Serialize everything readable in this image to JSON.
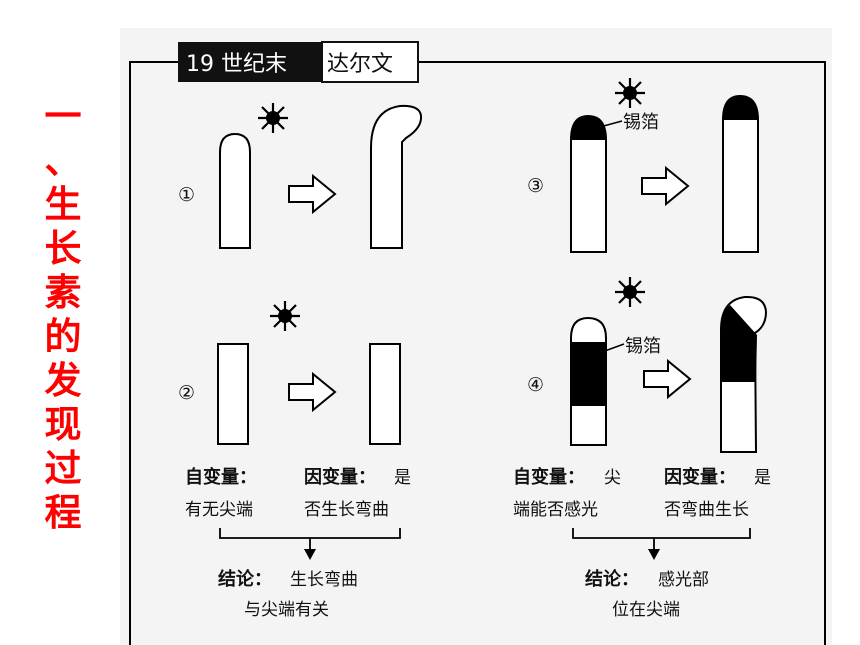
{
  "side_title": [
    "一",
    "、",
    "生",
    "长",
    "素",
    "的",
    "发",
    "现",
    "过",
    "程"
  ],
  "header": {
    "era": "19 世纪末",
    "scientist": "达尔文"
  },
  "experiments": [
    {
      "number": "①"
    },
    {
      "number": "②"
    },
    {
      "number": "③",
      "label": "锡箔"
    },
    {
      "number": "④",
      "label": "锡箔"
    }
  ],
  "left_conclusion": {
    "independent": {
      "label": "自变量：",
      "text": "有无尖端"
    },
    "dependent": {
      "label": "因变量：",
      "text_1": "是",
      "text_2": "否生长弯曲"
    },
    "result": {
      "label": "结论：",
      "text_1": "生长弯曲",
      "text_2": "与尖端有关"
    }
  },
  "right_conclusion": {
    "independent": {
      "label": "自变量：",
      "text_1": "尖",
      "text_2": "端能否感光"
    },
    "dependent": {
      "label": "因变量：",
      "text_1": "是",
      "text_2": "否弯曲生长"
    },
    "result": {
      "label": "结论：",
      "text_1": "感光部",
      "text_2": "位在尖端"
    }
  }
}
